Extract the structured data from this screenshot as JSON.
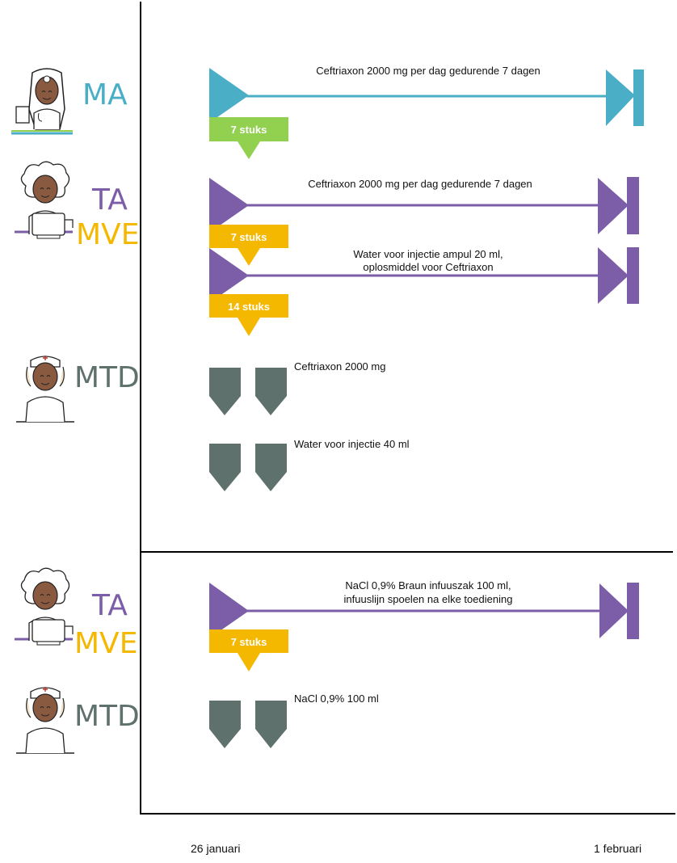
{
  "colors": {
    "ma": "#4aaec7",
    "ta": "#7b5ea7",
    "mve": "#f5b800",
    "mtd": "#5f716d",
    "badge_green": "#92d050",
    "axis": "#000000"
  },
  "section1": {
    "ma": {
      "role": "MA",
      "line_label": "Ceftriaxon 2000 mg per dag gedurende 7 dagen",
      "badge": "7 stuks"
    },
    "ta_mve": {
      "role_ta": "TA",
      "role_mve": "MVE",
      "line1_label": "Ceftriaxon 2000 mg per dag gedurende 7 dagen",
      "badge1": "7 stuks",
      "line2_label_1": "Water voor injectie ampul 20 ml,",
      "line2_label_2": "oplosmiddel voor Ceftriaxon",
      "badge2": "14 stuks"
    },
    "mtd": {
      "role": "MTD",
      "item1_label": "Ceftriaxon 2000 mg",
      "item2_label": "Water voor injectie 40 ml"
    }
  },
  "section2": {
    "ta_mve": {
      "role_ta": "TA",
      "role_mve": "MVE",
      "line_label_1": "NaCl 0,9% Braun infuuszak 100 ml,",
      "line_label_2": "infuuslijn spoelen na elke toediening",
      "badge": "7 stuks"
    },
    "mtd": {
      "role": "MTD",
      "item_label": "NaCl 0,9%  100 ml"
    }
  },
  "axis": {
    "start_date": "26 januari",
    "end_date": "1 februari"
  },
  "icons": [
    "doctor-avatar-icon",
    "pharmacist-avatar-icon",
    "nurse-avatar-icon",
    "play-arrow-icon",
    "end-marker-icon",
    "callout-icon",
    "dose-marker-icon"
  ]
}
